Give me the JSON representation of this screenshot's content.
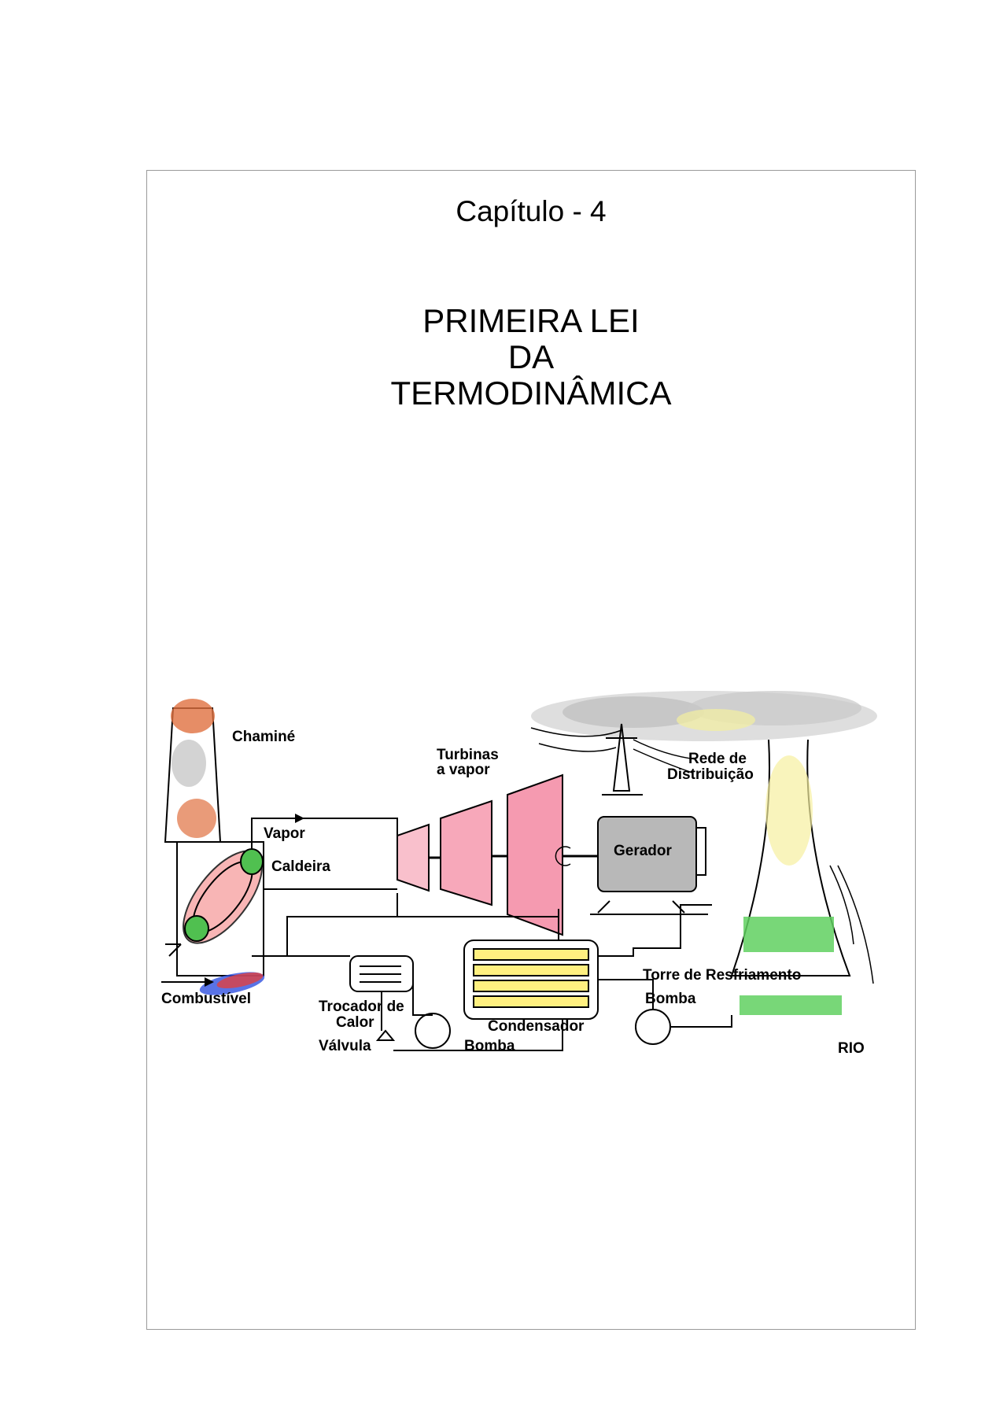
{
  "chapter": "Capítulo - 4",
  "title_lines": [
    "PRIMEIRA LEI",
    "DA",
    "TERMODINÂMICA"
  ],
  "diagram": {
    "labels": {
      "chimney": "Chaminé",
      "steam": "Vapor",
      "boiler": "Caldeira",
      "turbines_line1": "Turbinas",
      "turbines_line2": "a vapor",
      "grid_line1": "Rede de",
      "grid_line2": "Distribuição",
      "generator": "Gerador",
      "fuel": "Combustível",
      "heat_exchanger_line1": "Trocador de",
      "heat_exchanger_line2": "Calor",
      "valve": "Válvula",
      "pump_left": "Bomba",
      "condenser": "Condensador",
      "cooling_tower": "Torre de Resfriamento",
      "pump_right": "Bomba",
      "river": "RIO"
    },
    "colors": {
      "smoke": "#e07040",
      "steam_cloud": "#c8c8c8",
      "turbine_fill": "#f06080",
      "condenser_tubes": "#fff080",
      "cooling_water": "#40d040",
      "generator_body": "#b8b8b8",
      "fuel_flame": "#3050e0"
    }
  }
}
